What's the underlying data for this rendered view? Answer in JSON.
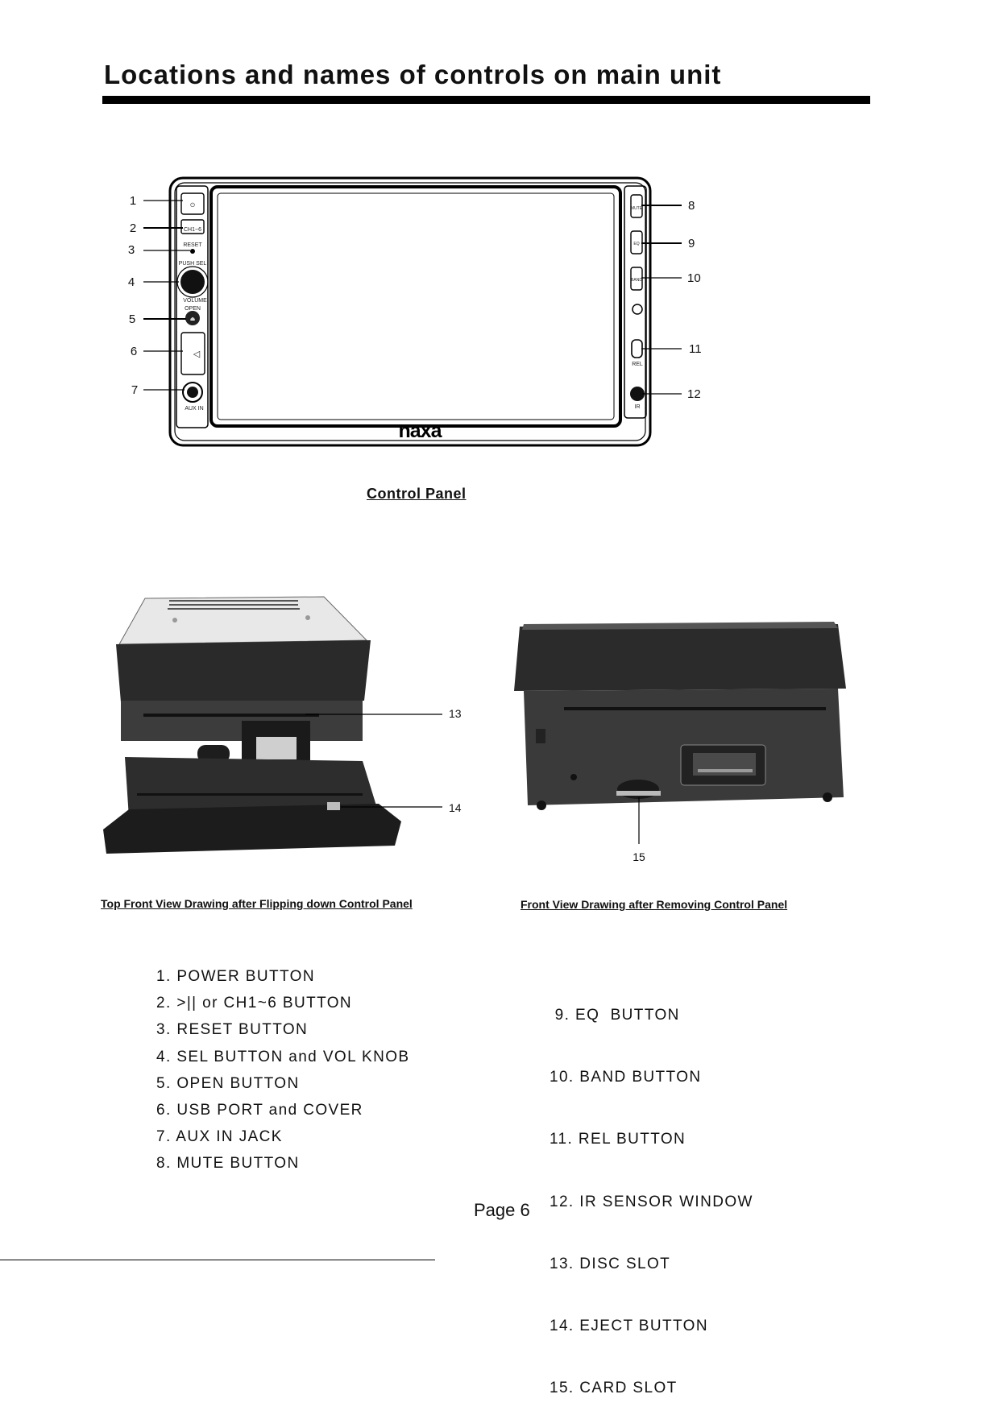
{
  "page": {
    "title": "Locations and names of controls on main unit",
    "page_number": "Page 6"
  },
  "figures": {
    "control_panel": {
      "caption": "Control Panel",
      "brand_logo": "naxa",
      "panel_labels": {
        "ch": "CH1~6",
        "reset": "RESET",
        "push_sel": "PUSH SEL",
        "volume": "VOLUME",
        "open": "OPEN",
        "aux_in": "AUX IN",
        "rel": "REL",
        "ir": "IR",
        "mute": "MUTE",
        "eq": "EQ",
        "band": "BAND"
      },
      "callouts": [
        "1",
        "2",
        "3",
        "4",
        "5",
        "6",
        "7",
        "8",
        "9",
        "10",
        "11",
        "12"
      ]
    },
    "top_front_view": {
      "caption": "Top Front View Drawing  after Flipping down Control Panel",
      "callouts": [
        "13",
        "14"
      ]
    },
    "front_view": {
      "caption": "Front View Drawing  after Removing Control Panel",
      "callouts": [
        "15"
      ]
    }
  },
  "legend_left": [
    "1. POWER  BUTTON",
    "2. >||  or  CH1~6  BUTTON",
    "3. RESET  BUTTON",
    "4. SEL  BUTTON  and  VOL  KNOB",
    "5. OPEN  BUTTON",
    "6. USB  PORT  and  COVER",
    "7. AUX  IN  JACK",
    "8. MUTE  BUTTON"
  ],
  "legend_right": [
    " 9. EQ  BUTTON",
    "10. BAND  BUTTON",
    "11. REL  BUTTON",
    "12. IR SENSOR WINDOW",
    "13. DISC SLOT",
    "14. EJECT BUTTON",
    "15. CARD SLOT"
  ]
}
